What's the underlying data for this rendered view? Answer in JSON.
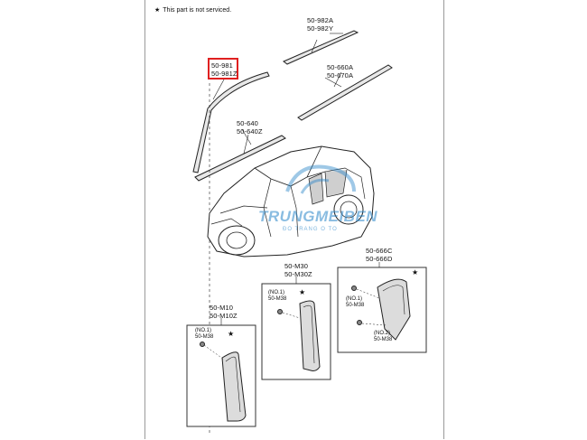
{
  "note": {
    "icon": "star-icon",
    "glyph": "★",
    "text": "This part is not serviced."
  },
  "labels": {
    "p982": [
      "50-982A",
      "50-982Y"
    ],
    "p981": [
      "50-981",
      "50-981Z"
    ],
    "p660": [
      "50-660A",
      "50-670A"
    ],
    "p640": [
      "50-640",
      "50-640Z"
    ],
    "m30": [
      "50-M30",
      "50-M30Z"
    ],
    "p666": [
      "50-666C",
      "50-666D"
    ],
    "m10": [
      "50-M10",
      "50-M10Z"
    ]
  },
  "callouts": {
    "no1": "(NO.1)",
    "no2": "(NO.2)",
    "m38": "50-M38",
    "star": "★"
  },
  "watermark": {
    "brand": "TRUNGMEIBEN",
    "tagline": "ĐỒ TRANG Ô TÔ",
    "color": "#2a86c9"
  },
  "highlight_color": "#e02020"
}
